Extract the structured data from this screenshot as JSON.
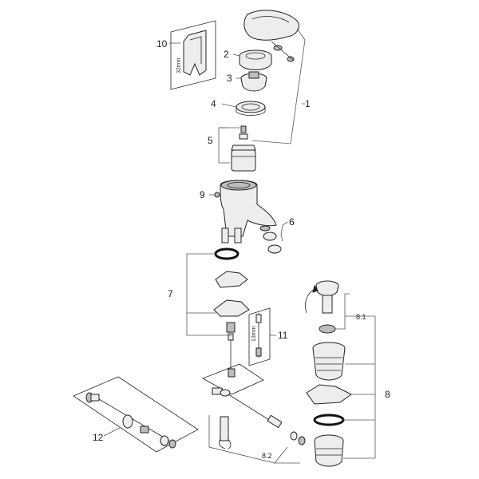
{
  "labels": {
    "p1": "1",
    "p2": "2",
    "p3": "3",
    "p4": "4",
    "p5": "5",
    "p6": "6",
    "p7": "7",
    "p8": "8",
    "p8_1": "8.1",
    "p8_2": "8.2",
    "p9": "9",
    "p10": "10",
    "p11": "11",
    "p12": "12"
  },
  "tool_markings": {
    "wrench_size": "32mm",
    "key_size": "13mm"
  }
}
